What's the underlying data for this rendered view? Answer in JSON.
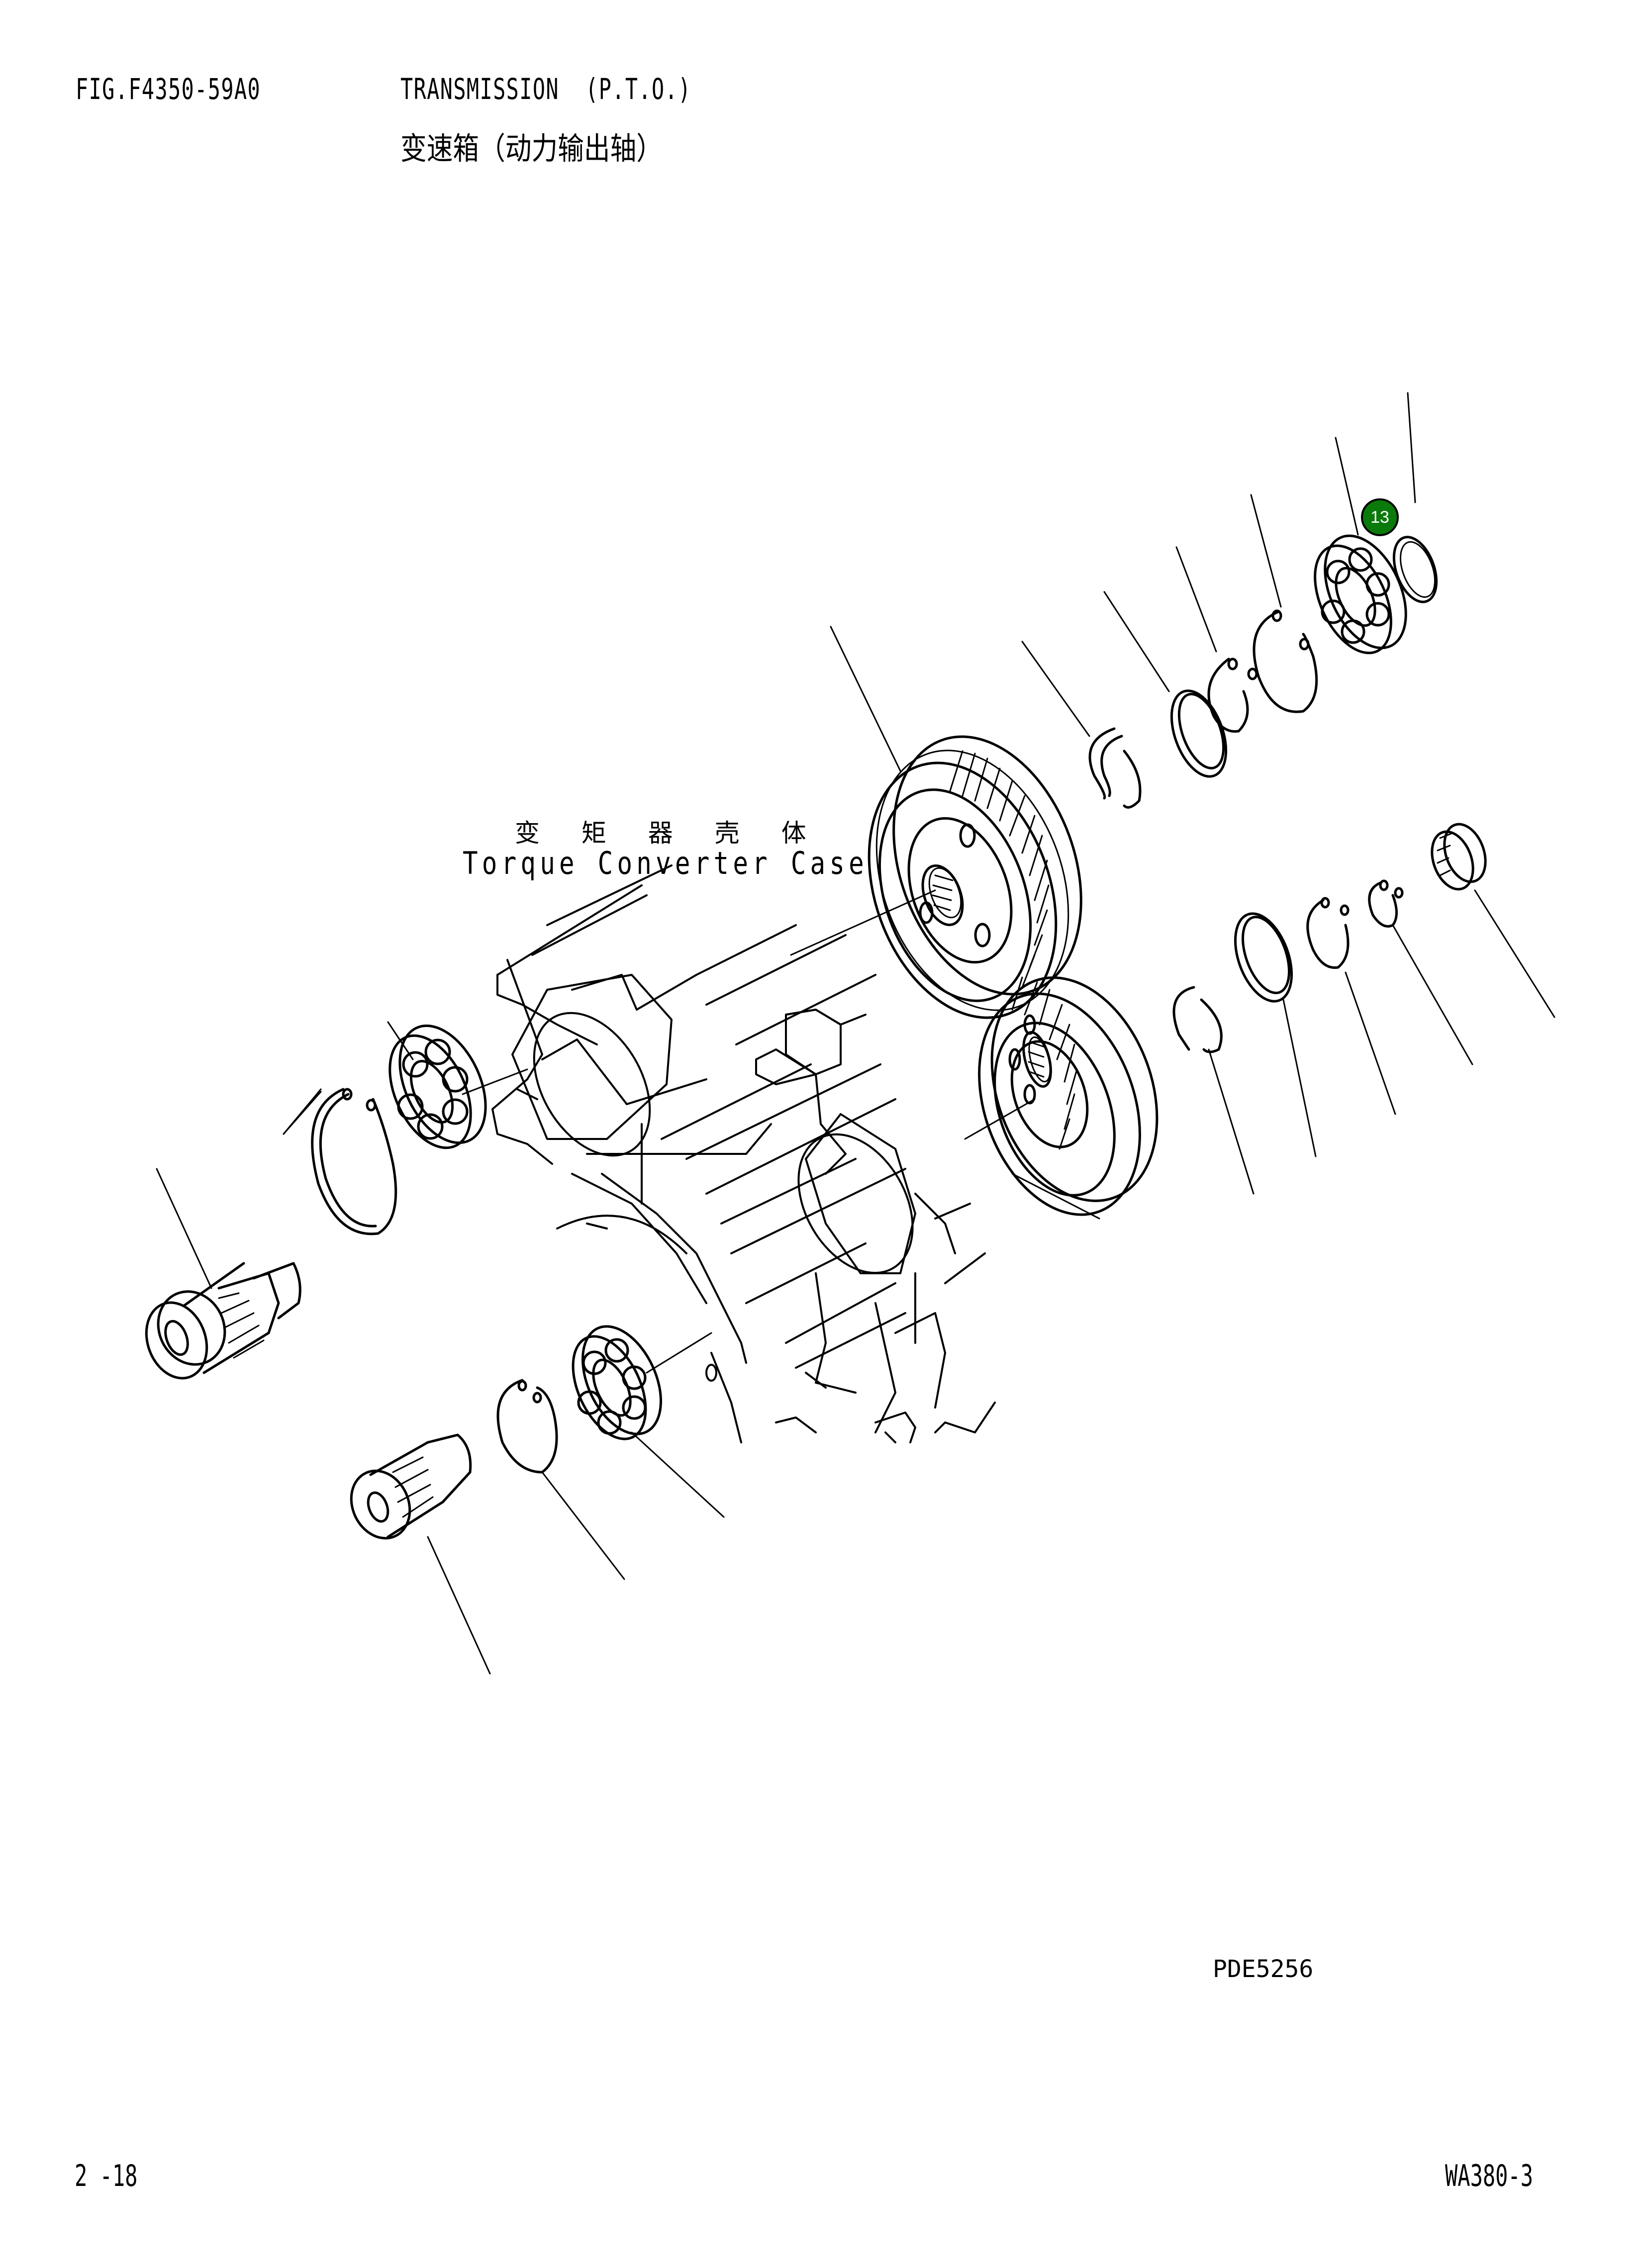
{
  "header": {
    "figure_number": "FIG.F4350-59A0",
    "title_en": "TRANSMISSION  (P.T.O.)",
    "title_cn": "变速箱（动力输出轴）"
  },
  "diagram": {
    "case_label_cn": "变 矩 器 壳 体",
    "case_label_en": "Torque Converter Case",
    "drawing_code": "PDE5256",
    "callouts": [
      {
        "number": "13",
        "color": "#0a7a0a",
        "text_color": "#ffffff",
        "target": "snap-ring (upper right)"
      }
    ],
    "parts_depicted": [
      "upper idler gear",
      "lower idler gear",
      "ball bearing (x3)",
      "snap ring (x7)",
      "spacer ring (x2)",
      "seal ring (x2)",
      "needle bearing",
      "splined P.T.O. shaft (x2)",
      "torque converter case"
    ]
  },
  "footer": {
    "page_number": "2 -18",
    "model": "WA380-3"
  }
}
